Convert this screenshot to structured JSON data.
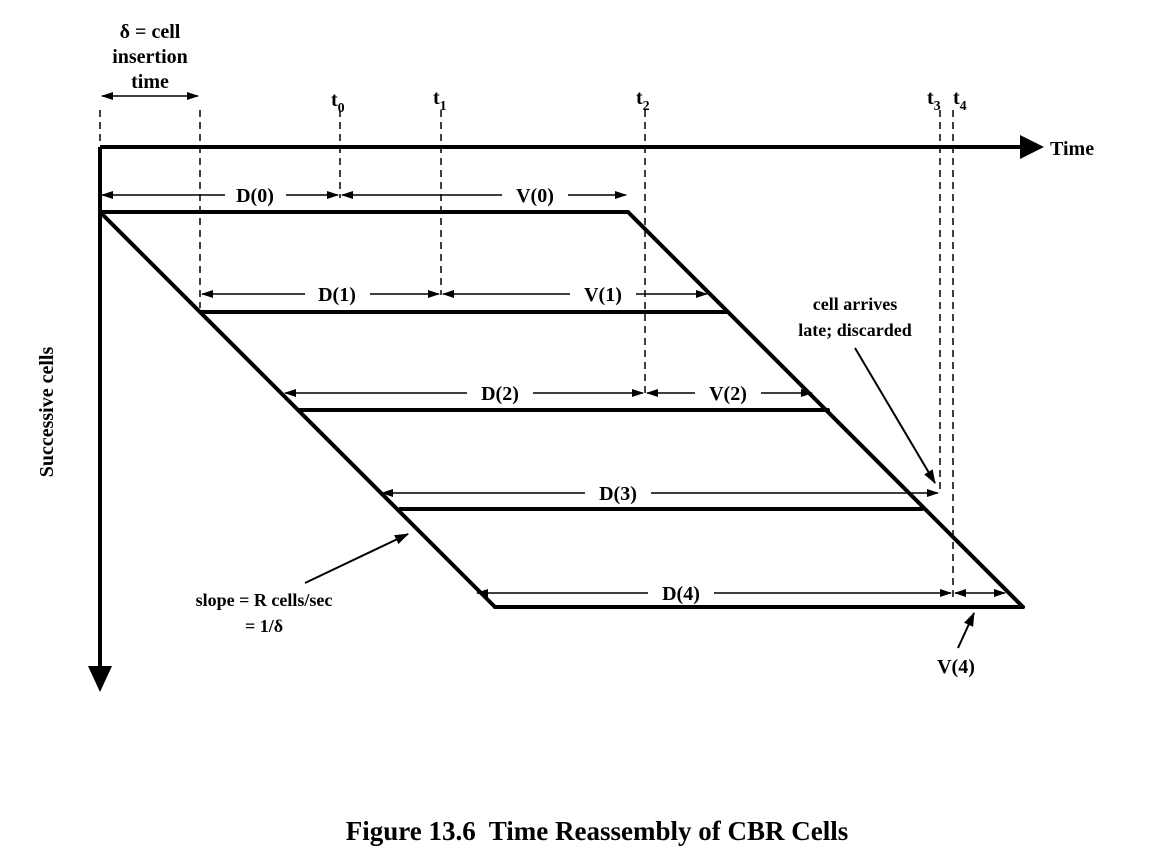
{
  "diagram": {
    "delta_label": {
      "line1": "δ = cell",
      "line2": "insertion",
      "line3": "time"
    },
    "time_marks": [
      {
        "base": "t",
        "sub": "0"
      },
      {
        "base": "t",
        "sub": "1"
      },
      {
        "base": "t",
        "sub": "2"
      },
      {
        "base": "t",
        "sub": "3"
      },
      {
        "base": "t",
        "sub": "4"
      }
    ],
    "axis_time_label": "Time",
    "axis_cells_label": "Successive cells",
    "intervals": {
      "d0": "D(0)",
      "v0": "V(0)",
      "d1": "D(1)",
      "v1": "V(1)",
      "d2": "D(2)",
      "v2": "V(2)",
      "d3": "D(3)",
      "d4": "D(4)",
      "v4": "V(4)"
    },
    "late_note": {
      "line1": "cell arrives",
      "line2": "late; discarded"
    },
    "slope_note": {
      "line1": "slope = R cells/sec",
      "line2": "= 1/δ"
    },
    "colors": {
      "ink": "#000000",
      "background": "#ffffff"
    }
  },
  "caption": "Figure 13.6  Time Reassembly of CBR Cells"
}
